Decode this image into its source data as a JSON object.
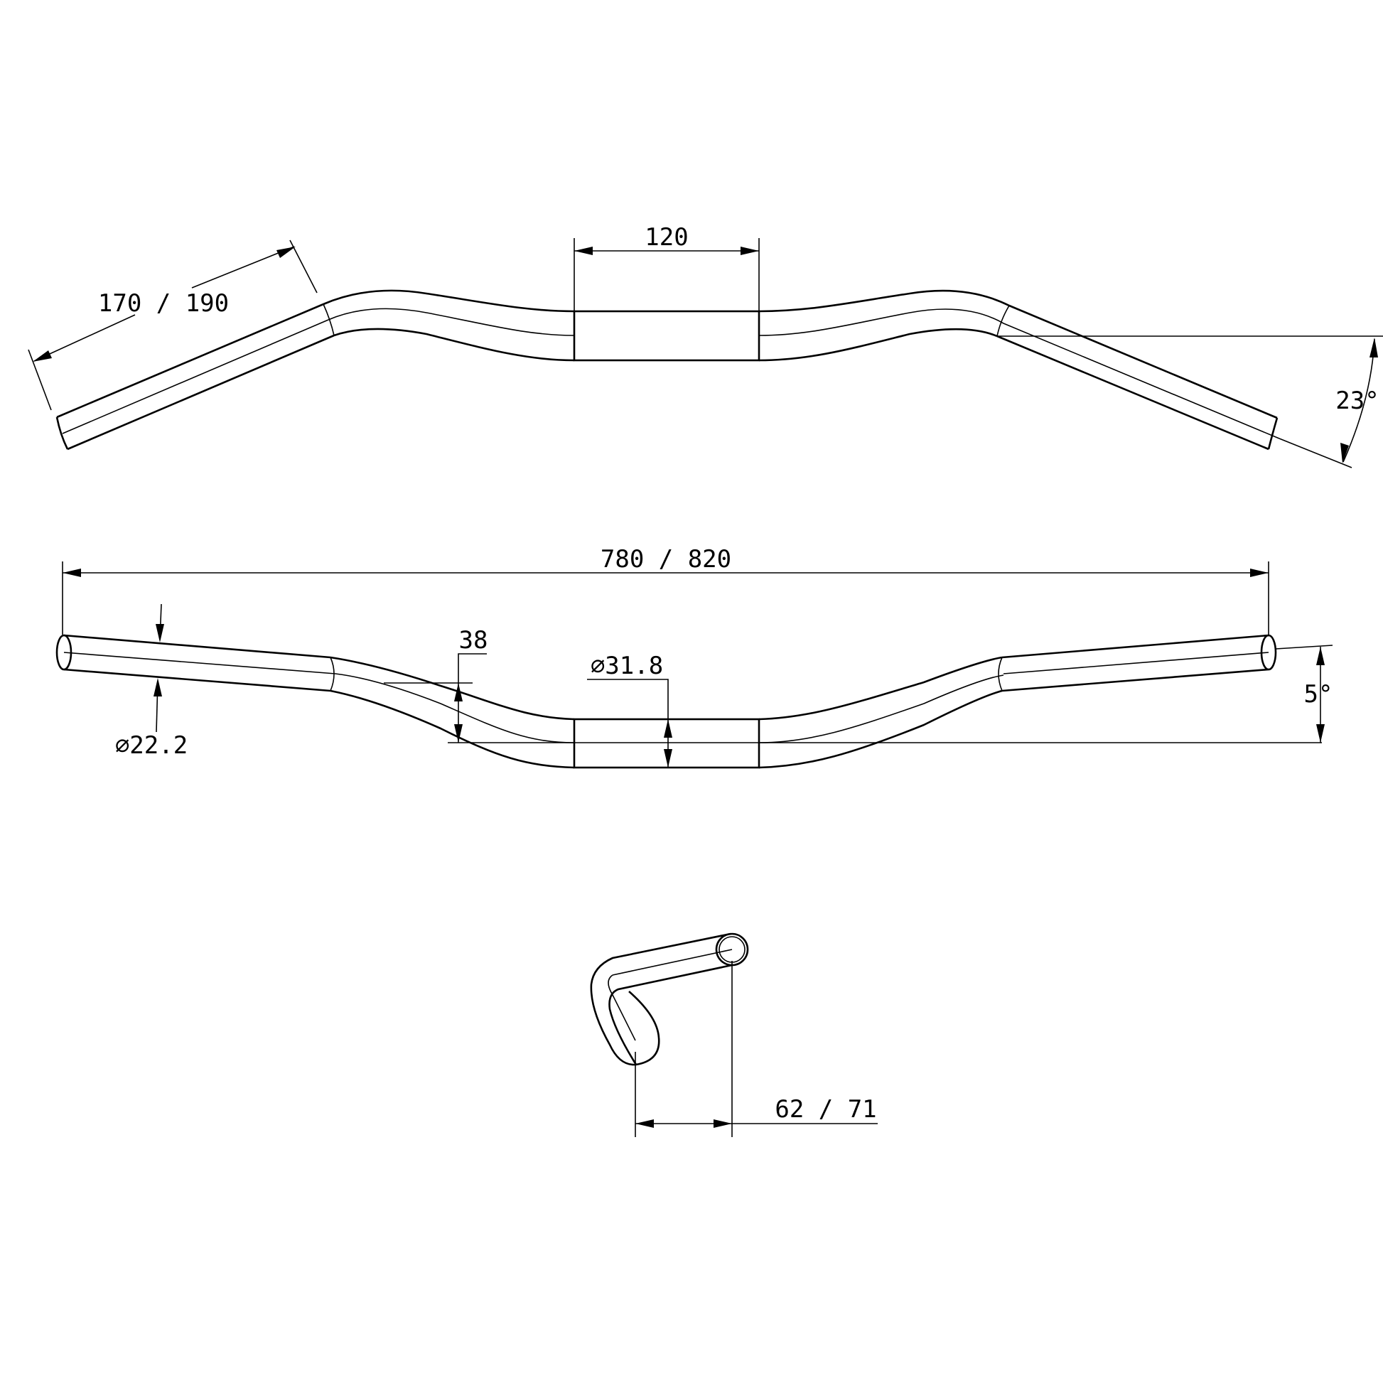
{
  "drawing": {
    "title": "Handlebar technical drawing",
    "views": [
      "top-view",
      "front-view",
      "side-view"
    ],
    "line_color": "#000000",
    "background": "#ffffff"
  },
  "top_view": {
    "center_clamp_width": "120",
    "end_section_length": "170 / 190",
    "sweep_angle": "23°"
  },
  "front_view": {
    "overall_width": "780 / 820",
    "rise": "38",
    "clamp_diameter": "⌀31.8",
    "grip_diameter": "⌀22.2",
    "upsweep_angle": "5°"
  },
  "side_view": {
    "offset": "62 / 71"
  }
}
